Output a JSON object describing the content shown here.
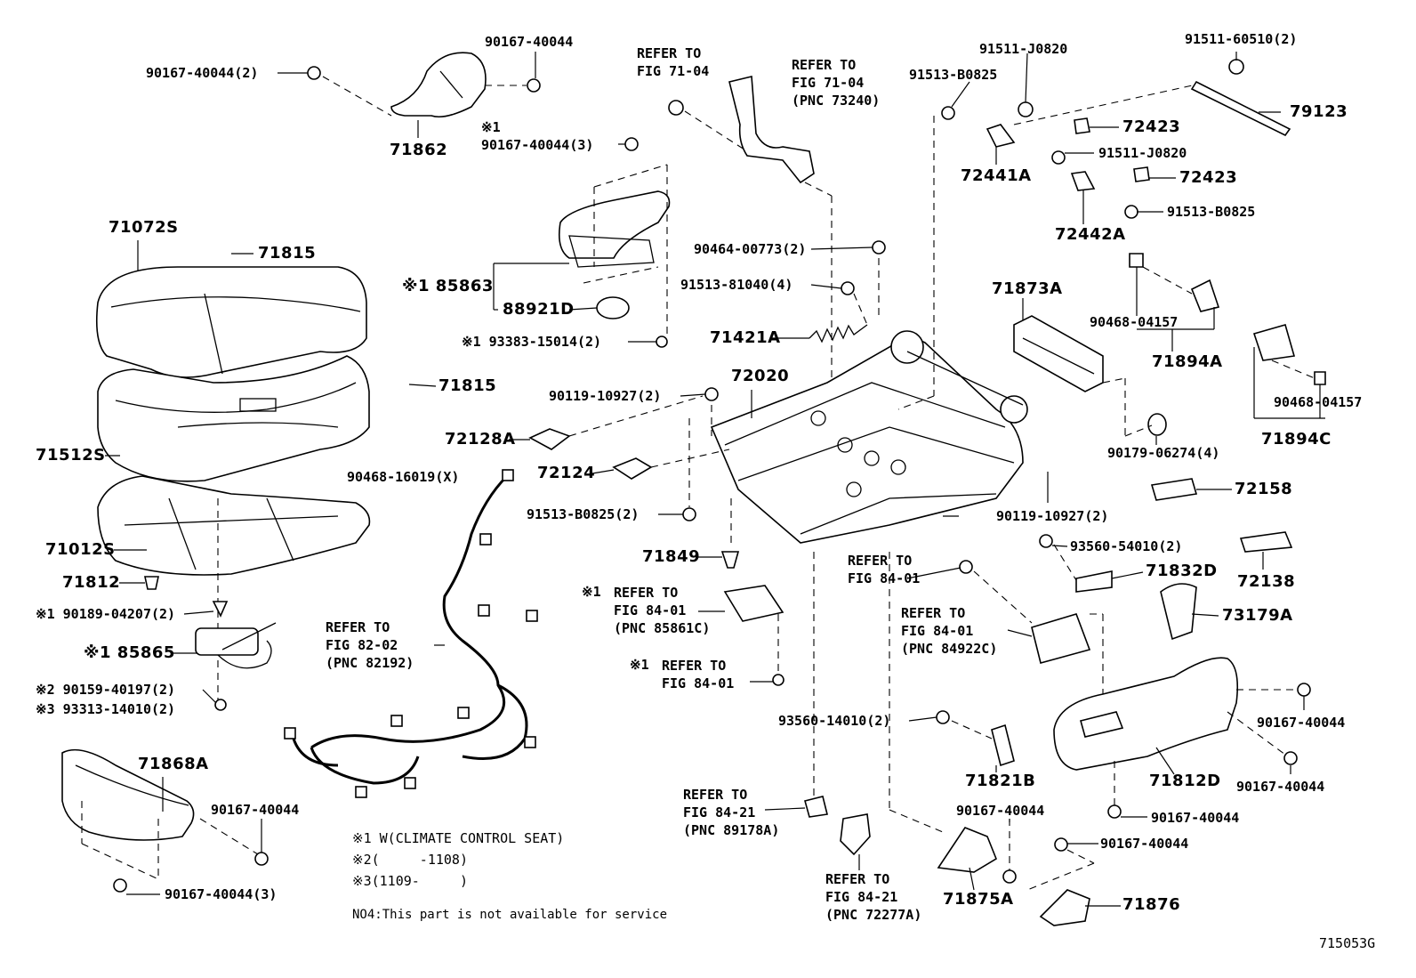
{
  "labels": {
    "p71862": "71862",
    "p90167_40044_2": "90167-40044(2)",
    "p90167_40044_top": "90167-40044",
    "p90167_40044_3_note": "※1",
    "p90167_40044_3": "90167-40044(3)",
    "p85863": "※1 85863",
    "p88921D": "88921D",
    "p93383": "※1 93383-15014(2)",
    "p71072S": "71072S",
    "p71815a": "71815",
    "p71815b": "71815",
    "p90468_16019": "90468-16019(X)",
    "p71512S": "71512S",
    "p71012S": "71012S",
    "p71812": "71812",
    "p90189": "※1 90189-04207(2)",
    "p85865": "※1 85865",
    "p90159": "※2 90159-40197(2)",
    "p93313": "※3 93313-14010(2)",
    "p71868A": "71868A",
    "p90167_40044_l": "90167-40044",
    "p90167_40044_3b": "90167-40044(3)",
    "p90464": "90464-00773(2)",
    "p91513_81040": "91513-81040(4)",
    "p71421A": "71421A",
    "p72020": "72020",
    "p90119_a": "90119-10927(2)",
    "p72128A": "72128A",
    "p72124": "72124",
    "p91513_B0825_2": "91513-B0825(2)",
    "p71849": "71849",
    "p91511_J0820a": "91511-J0820",
    "p91513_B0825a": "91513-B0825",
    "p72423a": "72423",
    "p72441A": "72441A",
    "p91511_J0820b": "91511-J0820",
    "p72423b": "72423",
    "p91513_B0825b": "91513-B0825",
    "p72442A": "72442A",
    "p91511_60510": "91511-60510(2)",
    "p79123": "79123",
    "p71873A": "71873A",
    "p90468_04157a": "90468-04157",
    "p71894A": "71894A",
    "p90468_04157b": "90468-04157",
    "p71894C": "71894C",
    "p90179": "90179-06274(4)",
    "p72158": "72158",
    "p90119_b": "90119-10927(2)",
    "p93560_54010": "93560-54010(2)",
    "p72138": "72138",
    "p71832D": "71832D",
    "p73179A": "73179A",
    "p90167_40044_r1": "90167-40044",
    "p90167_40044_r2": "90167-40044",
    "p71812D": "71812D",
    "p90167_40044_r3": "90167-40044",
    "p90167_40044_r4": "90167-40044",
    "p93560_14010": "93560-14010(2)",
    "p71821B": "71821B",
    "p90167_40044_c": "90167-40044",
    "p71875A": "71875A",
    "p71876": "71876",
    "figcode": "715053G"
  },
  "refs": {
    "r1": [
      "REFER TO",
      "FIG 71-04"
    ],
    "r2": [
      "REFER TO",
      "FIG 71-04",
      "(PNC 73240)"
    ],
    "r3": [
      "REFER TO",
      "FIG 82-02",
      "(PNC 82192)"
    ],
    "r4_note": "※1",
    "r4": [
      "REFER TO",
      "FIG 84-01",
      "(PNC 85861C)"
    ],
    "r5_note": "※1",
    "r5": [
      "REFER TO",
      "FIG 84-01"
    ],
    "r6": [
      "REFER TO",
      "FIG 84-01"
    ],
    "r7": [
      "REFER TO",
      "FIG 84-01",
      "(PNC 84922C)"
    ],
    "r8": [
      "REFER TO",
      "FIG 84-21",
      "(PNC 89178A)"
    ],
    "r9": [
      "REFER TO",
      "FIG 84-21",
      "(PNC 72277A)"
    ]
  },
  "notes": {
    "n1": "※1 W(CLIMATE CONTROL SEAT)",
    "n2": "※2(     -1108)",
    "n3": "※3(1109-     )",
    "n4": "NO4:This part is not available for service"
  }
}
